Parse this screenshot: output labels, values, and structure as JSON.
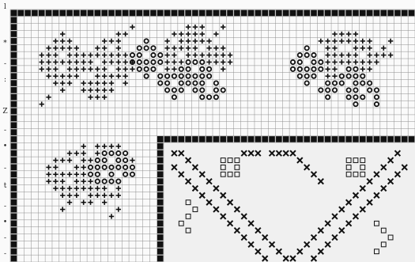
{
  "figure": {
    "subject": "scanned filet / cross-stitch chart with floral motifs",
    "colors": {
      "paper": "#fafafa",
      "grid": "#8e8e8e",
      "ink": "#111111"
    },
    "mark_types": [
      "cross-stitch",
      "ring-stitch",
      "solid-border",
      "diagonal-band"
    ],
    "margin_glyphs": [
      "l",
      "*",
      "-",
      ":",
      "Z",
      "-",
      "•",
      "-",
      "t",
      "-",
      "•",
      "-",
      "-"
    ]
  },
  "grid": {
    "columns": 58,
    "rows": 36
  },
  "motifs": [
    {
      "name": "rose-top-left",
      "stitch": "cross"
    },
    {
      "name": "flower-top-center",
      "stitch": "mixed"
    },
    {
      "name": "flower-top-right",
      "stitch": "mixed"
    },
    {
      "name": "rose-bottom-left",
      "stitch": "mixed"
    },
    {
      "name": "border-panel-bottom-right",
      "stitch": "cross-band"
    }
  ]
}
